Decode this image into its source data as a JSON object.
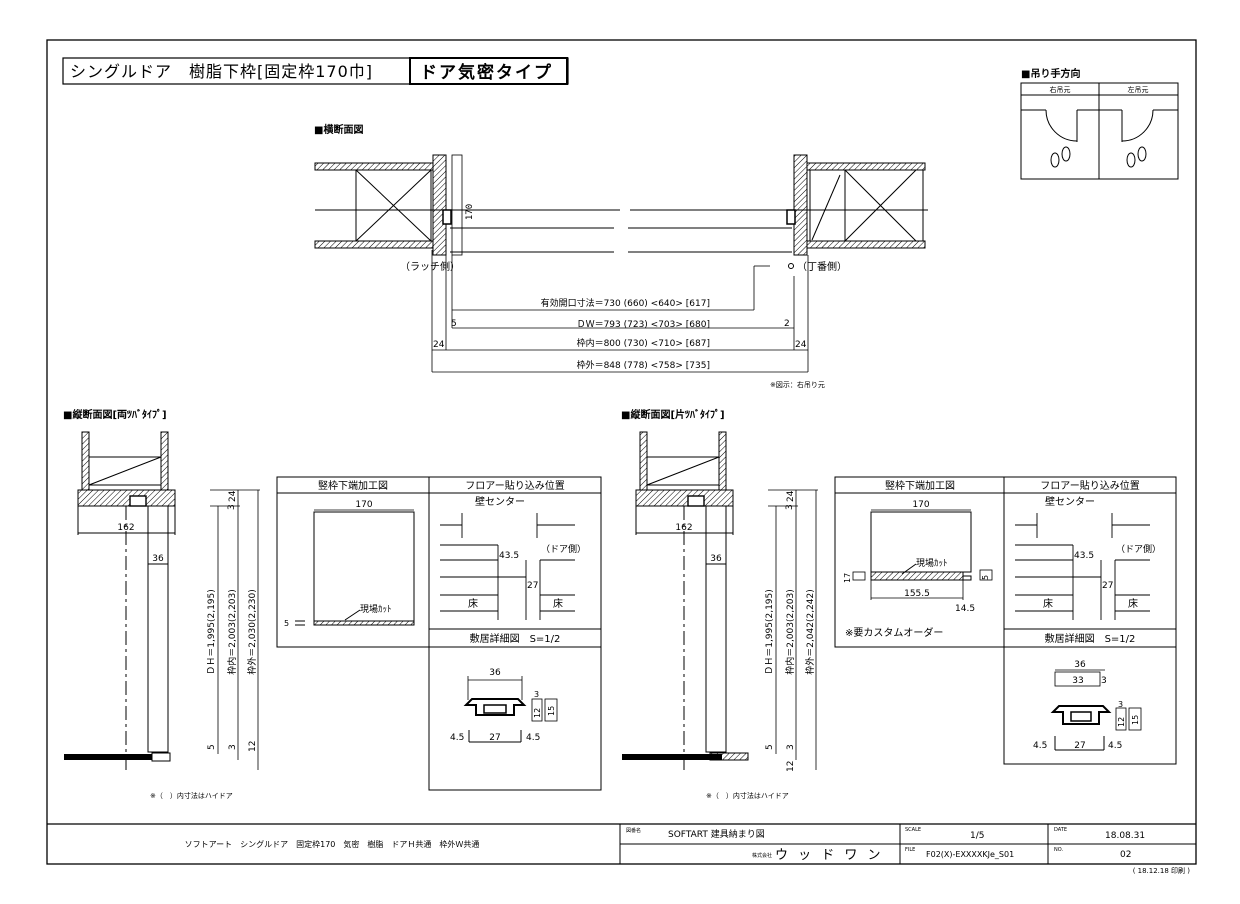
{
  "title": {
    "main": "シングルドア　樹脂下枠[固定枠170巾]",
    "boxed": "ドア気密タイプ"
  },
  "swing": {
    "heading": "■吊り手方向",
    "right": "右吊元",
    "left": "左吊元"
  },
  "plan": {
    "heading": "■横断面図",
    "dim_170": "170",
    "latch_side": "（ラッチ側）",
    "hinge_side": "（丁番側）",
    "dims": [
      "有効開口寸法＝730 (660) <640> [617]",
      "ＤＷ＝793 (723) <703> [680]",
      "枠内＝800 (730) <710> [687]",
      "枠外＝848 (778) <758> [735]"
    ],
    "dim_5": "5",
    "dim_2": "2",
    "dim_24": "24",
    "note": "※図示：右吊り元"
  },
  "left_section": {
    "heading": "■縦断面図[両ﾂﾊﾞﾀｲﾌﾟ]",
    "d162": "162",
    "d36": "36",
    "d3": "3",
    "d24": "24",
    "d5": "5",
    "d12": "12",
    "dh": "ＤＨ＝1,995(2,195)",
    "inner": "枠内＝2,003(2,203)",
    "outer": "枠外＝2,030(2,230)",
    "note": "※（　）内寸法はハイドア"
  },
  "right_section": {
    "heading": "■縦断面図[片ﾂﾊﾞﾀｲﾌﾟ]",
    "d162": "162",
    "d36": "36",
    "d3": "3",
    "d24": "24",
    "d5": "5",
    "d12": "12",
    "dh": "ＤＨ＝1,995(2,195)",
    "inner": "枠内＝2,003(2,203)",
    "outer": "枠外＝2,042(2,242)",
    "note": "※（　）内寸法はハイドア"
  },
  "table_left": {
    "h1": "竪枠下端加工図",
    "h2": "フロアー貼り込み位置",
    "d170": "170",
    "cut": "現場ｶｯﾄ",
    "d5": "5",
    "wall_center": "壁センター",
    "door_side": "（ドア側）",
    "d43": "43.5",
    "d27": "27",
    "floor": "床",
    "sill": "敷居詳細図　S=1/2",
    "s36": "36",
    "s3": "3",
    "s12": "12",
    "s15": "15",
    "s45a": "4.5",
    "s27": "27",
    "s45b": "4.5"
  },
  "table_right": {
    "h1": "竪枠下端加工図",
    "h2": "フロアー貼り込み位置",
    "d170": "170",
    "cut": "現場ｶｯﾄ",
    "d17": "17",
    "d5": "5",
    "d155": "155.5",
    "d145": "14.5",
    "custom": "※要カスタムオーダー",
    "wall_center": "壁センター",
    "door_side": "（ドア側）",
    "d43": "43.5",
    "d27": "27",
    "floor": "床",
    "sill": "敷居詳細図　S=1/2",
    "s36": "36",
    "s33": "33",
    "s3": "3",
    "s12": "12",
    "s15": "15",
    "s45a": "4.5",
    "s27": "27",
    "s45b": "4.5"
  },
  "titleblock": {
    "desc": "ソフトアート　シングルドア　固定枠170　気密　樹脂　ドアＨ共通　枠外Ｗ共通",
    "drawing_label": "図番名",
    "drawing_name": "SOFTART 建具納まり図",
    "company_label": "株式会社",
    "company": "ウ ッ ド ワ ン",
    "scale_label": "SCALE",
    "scale": "1/5",
    "file_label": "FILE",
    "file": "F02(X)-EXXXXKJe_S01",
    "date_label": "DATE",
    "date": "18.08.31",
    "no_label": "NO.",
    "no": "02",
    "print": "( 18.12.18 印刷 )"
  }
}
